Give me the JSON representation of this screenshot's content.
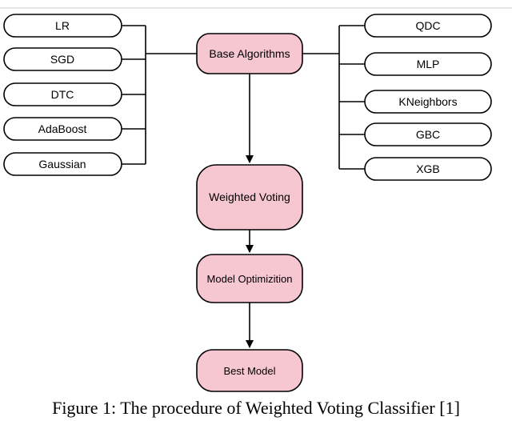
{
  "left_nodes": [
    "LR",
    "SGD",
    "DTC",
    "AdaBoost",
    "Gaussian"
  ],
  "right_nodes": [
    "QDC",
    "MLP",
    "KNeighbors",
    "GBC",
    "XGB"
  ],
  "flow": {
    "base": "Base Algorithms",
    "voting": "Weighted Voting",
    "optimization": "Model Optimizition",
    "best": "Best Model"
  },
  "caption": "Figure 1: The procedure of Weighted Voting Classifier [1]",
  "colors": {
    "core_fill": "#f6c6d1",
    "stroke": "#000000"
  }
}
